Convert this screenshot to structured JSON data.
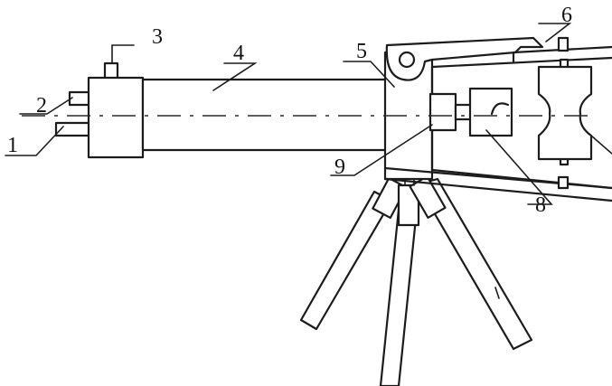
{
  "labels": {
    "l1": "1",
    "l2": "2",
    "l3": "3",
    "l4": "4",
    "l5": "5",
    "l6": "6",
    "l8": "8",
    "l9": "9"
  },
  "colors": {
    "line": "#1c1c1c",
    "background": "#ffffff"
  }
}
